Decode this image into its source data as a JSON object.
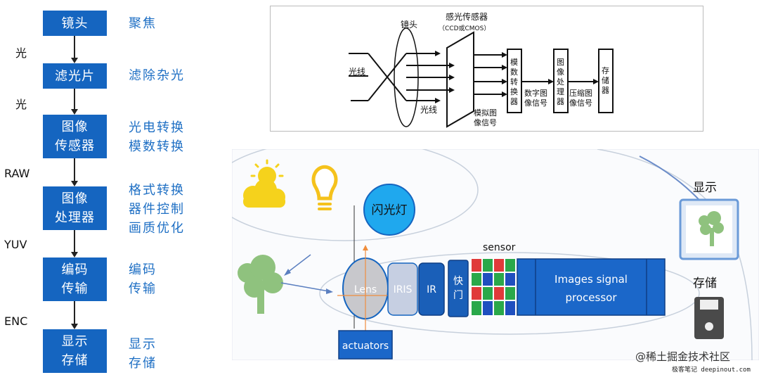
{
  "pipeline": {
    "steps": [
      {
        "label": "镜头",
        "desc": "聚焦"
      },
      {
        "label": "滤光片",
        "desc": "滤除杂光"
      },
      {
        "label": "图像\n传感器",
        "desc": "光电转换\n模数转换"
      },
      {
        "label": "图像\n处理器",
        "desc": "格式转换\n器件控制\n画质优化"
      },
      {
        "label": "编码\n传输",
        "desc": "编码\n传输"
      },
      {
        "label": "显示\n存储",
        "desc": "显示\n存储"
      }
    ],
    "side_labels": [
      "光",
      "光",
      "RAW",
      "YUV",
      "ENC"
    ]
  },
  "sensor_diagram": {
    "lens": "镜头",
    "sensor_title": "感光传感器",
    "sensor_subtitle": "（CCD或CMOS）",
    "light_in": "光线",
    "light_lower": "光线",
    "adc_box": "模数转换器",
    "analog_signal": "模拟图像信号",
    "digital_signal": "数字图像信号",
    "processor_box": "图像处理器",
    "compressed_signal": "压缩图像信号",
    "storage_box": "存储器"
  },
  "camera_diagram": {
    "flash": "闪光灯",
    "lens": "Lens",
    "iris": "IRIS",
    "ir": "IR",
    "shutter": "快门",
    "sensor": "sensor",
    "isp": "Images signal\nprocessor",
    "actuators": "actuators",
    "display": "显示",
    "storage": "存储"
  },
  "watermarks": {
    "juejin": "@稀土掘金技术社区",
    "deepinout": "极客笔记 deepinout.com"
  }
}
